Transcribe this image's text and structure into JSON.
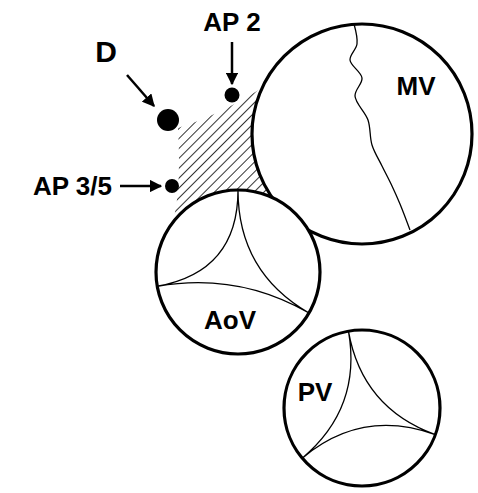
{
  "diagram": {
    "nodes": [
      {
        "text": [
          "MV"
        ]
      },
      {
        "text": [
          "AoV"
        ]
      },
      {
        "text": [
          "PV"
        ]
      }
    ],
    "labels": [
      "D",
      "AP 2",
      "AP 3/5"
    ]
  }
}
